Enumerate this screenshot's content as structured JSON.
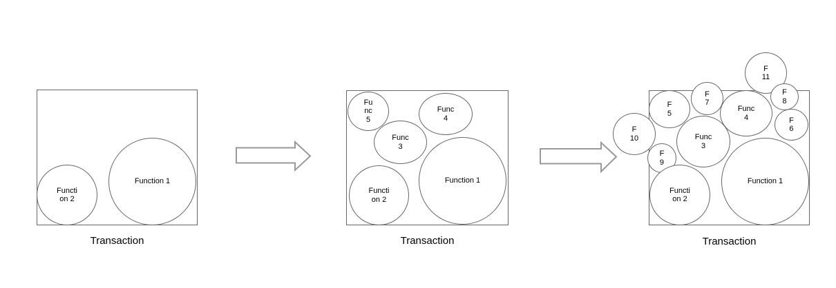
{
  "diagram": {
    "colors": {
      "shape_stroke": "#666666",
      "shape_fill": "#ffffff",
      "arrow_stroke": "#999999",
      "text": "#000000",
      "background": "#ffffff"
    },
    "arrows": [
      {
        "name": "flow-arrow-1",
        "direction": "right"
      },
      {
        "name": "flow-arrow-2",
        "direction": "right"
      }
    ],
    "panels": [
      {
        "label": "Transaction",
        "circles": [
          {
            "name": "function-2",
            "label": "Functi\non 2"
          },
          {
            "name": "function-1",
            "label": "Function 1"
          }
        ]
      },
      {
        "label": "Transaction",
        "circles": [
          {
            "name": "func-5",
            "label": "Fu\nnc\n5"
          },
          {
            "name": "func-4",
            "label": "Func\n4"
          },
          {
            "name": "func-3",
            "label": "Func\n3"
          },
          {
            "name": "function-2",
            "label": "Functi\non 2"
          },
          {
            "name": "function-1",
            "label": "Function 1"
          }
        ]
      },
      {
        "label": "Transaction",
        "circles": [
          {
            "name": "f-11",
            "label": "F\n11"
          },
          {
            "name": "f-8",
            "label": "F\n8"
          },
          {
            "name": "f-7",
            "label": "F\n7"
          },
          {
            "name": "f-5",
            "label": "F\n5"
          },
          {
            "name": "func-4",
            "label": "Func\n4"
          },
          {
            "name": "f-6",
            "label": "F\n6"
          },
          {
            "name": "f-10",
            "label": "F\n10"
          },
          {
            "name": "func-3",
            "label": "Func\n3"
          },
          {
            "name": "f-9",
            "label": "F\n9"
          },
          {
            "name": "function-2",
            "label": "Functi\non 2"
          },
          {
            "name": "function-1",
            "label": "Function 1"
          }
        ]
      }
    ]
  }
}
